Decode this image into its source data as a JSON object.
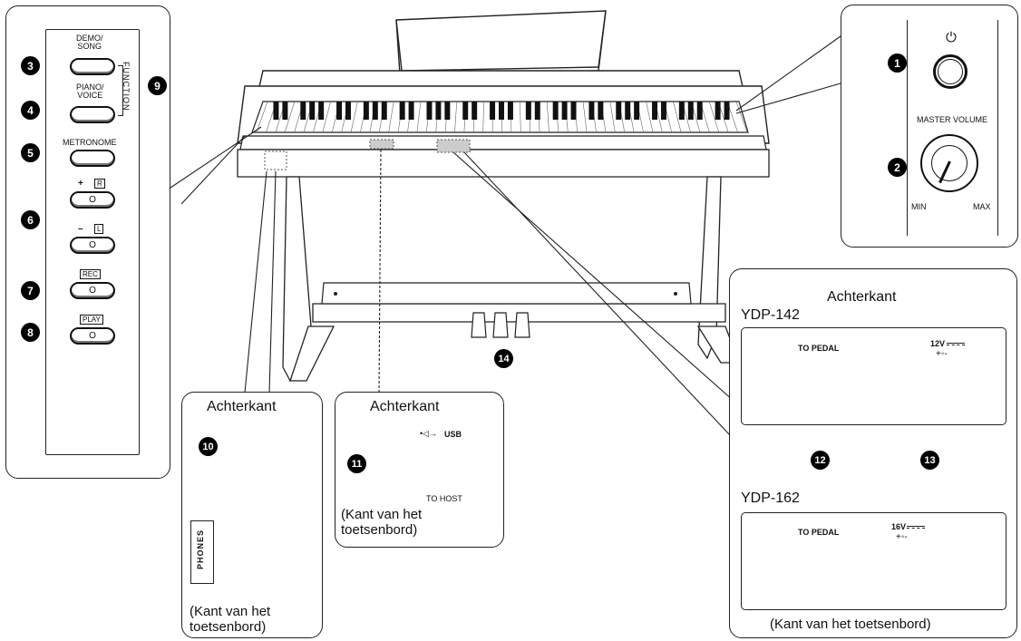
{
  "controls": {
    "demo_song": "DEMO/\nSONG",
    "piano_voice": "PIANO/\nVOICE",
    "function": "FUNCTION",
    "metronome": "METRONOME",
    "plus": "+",
    "r": "R",
    "minus": "–",
    "l": "L",
    "rec": "REC",
    "play": "PLAY",
    "button_o": "O"
  },
  "power": {
    "symbol": "⏻",
    "master_volume": "MASTER VOLUME",
    "min": "MIN",
    "max": "MAX"
  },
  "callouts": [
    "1",
    "2",
    "3",
    "4",
    "5",
    "6",
    "7",
    "8",
    "9",
    "10",
    "11",
    "12",
    "13",
    "14"
  ],
  "panel_phones": {
    "title": "Achterkant",
    "phones": "PHONES",
    "footnote": "(Kant van het\ntoetsenbord)"
  },
  "panel_usb": {
    "title": "Achterkant",
    "usb": "USB",
    "to_host": "TO HOST",
    "footnote": "(Kant van het\ntoetsenbord)"
  },
  "panel_rear": {
    "title": "Achterkant",
    "model_a": "YDP-142",
    "model_b": "YDP-162",
    "to_pedal": "TO PEDAL",
    "voltage_a": "12V",
    "voltage_b": "16V",
    "dc_symbol": "+◦-",
    "footnote": "(Kant van het toetsenbord)"
  },
  "colors": {
    "line": "#222222",
    "fill": "#000000",
    "bg": "#ffffff",
    "shade": "#cccccc"
  }
}
